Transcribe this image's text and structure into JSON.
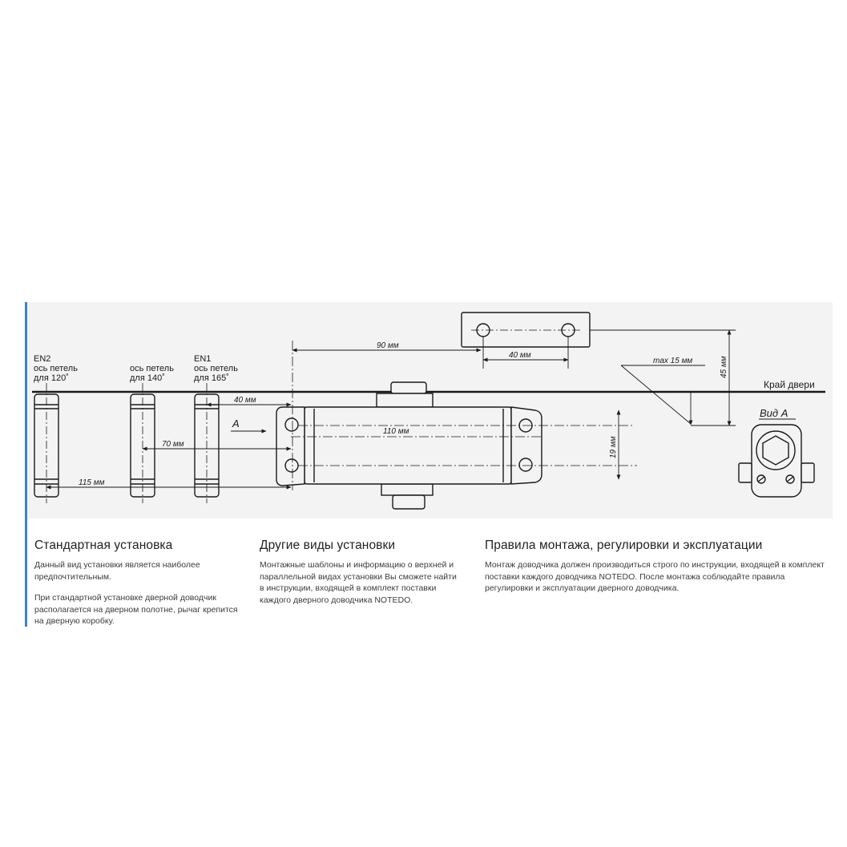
{
  "colors": {
    "accent": "#3e82c7",
    "panel_bg": "#f3f3f3",
    "line": "#1a1a1a"
  },
  "diagram": {
    "hinge_labels": [
      {
        "code": "EN2",
        "axis": "ось петель",
        "angle": "для 120˚"
      },
      {
        "code": "",
        "axis": "ось петель",
        "angle": "для 140˚"
      },
      {
        "code": "EN1",
        "axis": "ось петель",
        "angle": "для 165˚"
      }
    ],
    "dimensions": {
      "d90": "90 мм",
      "d40_top": "40 мм",
      "d40_left": "40 мм",
      "d70": "70 мм",
      "d110": "110 мм",
      "d115": "115 мм",
      "d19": "19 мм",
      "d45": "45 мм",
      "max15": "max 15 мм"
    },
    "door_edge": "Край двери",
    "arrow_a": "A",
    "view_a": "Вид А"
  },
  "sections": [
    {
      "title": "Стандартная установка",
      "paragraphs": [
        "Данный вид установки является наиболее предпочтительным.",
        "При стандартной установке дверной доводчик располагается на дверном полотне, рычаг крепится на дверную коробку."
      ]
    },
    {
      "title": "Другие виды установки",
      "paragraphs": [
        "Монтажные шаблоны и информацию о верхней и параллельной видах установки Вы сможете найти в инструкции, входящей в комплект поставки каждого дверного доводчика NOTEDO."
      ]
    },
    {
      "title": "Правила монтажа, регулировки и эксплуатации",
      "paragraphs": [
        "Монтаж доводчика должен производиться строго по инструкции, входящей в комплект поставки каждого доводчика NOTEDO. После монтажа соблюдайте правила регулировки и эксплуатации дверного доводчика."
      ]
    }
  ]
}
